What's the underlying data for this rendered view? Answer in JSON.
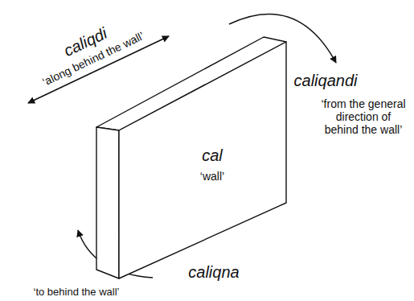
{
  "diagram": {
    "nodes": [
      {
        "text": [
          "cal",
          "‘wall’"
        ]
      }
    ],
    "labels": [
      "caliqdi",
      "‘along behind the wall’",
      "caliqandi",
      "‘from the general direction of behind the wall’",
      "caliqna",
      "‘to behind the wall’"
    ]
  }
}
